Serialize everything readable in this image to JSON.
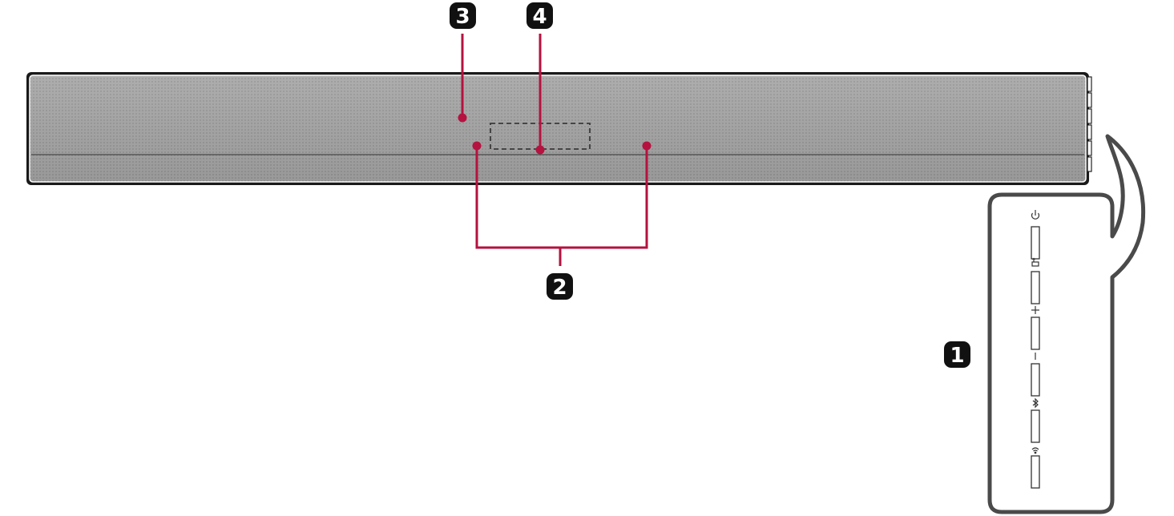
{
  "callouts": [
    {
      "id": "1",
      "label": "1"
    },
    {
      "id": "2",
      "label": "2"
    },
    {
      "id": "3",
      "label": "3"
    },
    {
      "id": "4",
      "label": "4"
    }
  ],
  "side_panel": {
    "buttons": [
      {
        "icon": "power-icon"
      },
      {
        "icon": "input-function-icon"
      },
      {
        "icon": "volume-up-icon"
      },
      {
        "icon": "volume-down-icon"
      },
      {
        "icon": "bluetooth-icon"
      },
      {
        "icon": "wifi-icon"
      }
    ]
  },
  "colors": {
    "leader": "#b5123f",
    "grille": "#a3a3a3",
    "outline": "#000000",
    "badge": "#111111"
  }
}
